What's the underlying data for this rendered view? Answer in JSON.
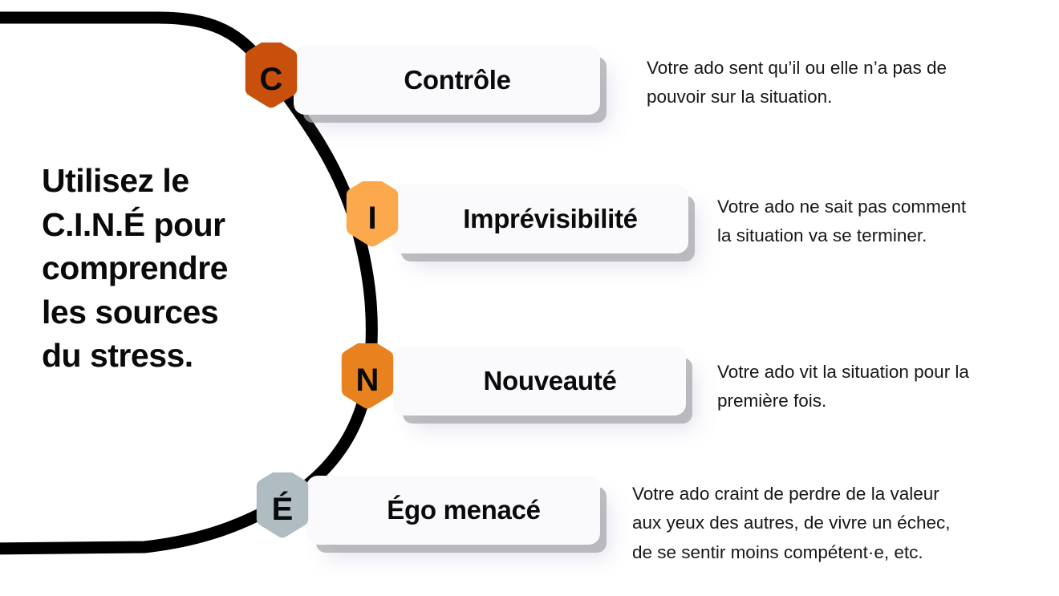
{
  "headline": {
    "text": "Utilisez le\nC.I.N.É pour\ncomprendre\nles sources\ndu stress."
  },
  "colors": {
    "background": "#ffffff",
    "curve": "#000000",
    "card_background": "#fafafc",
    "text": "#0a0a0a",
    "hex_controle": "#c8500c",
    "hex_imprevisibilite": "#fca94d",
    "hex_nouveaute": "#e8821e",
    "hex_ego": "#afbcc2"
  },
  "rows": [
    {
      "letter": "C",
      "letter_icon": "hexagon-badge-c-icon",
      "label": "Contrôle",
      "description": "Votre ado sent qu’il ou elle n’a pas de\npouvoir sur la situation.",
      "hex_color": "#c8500c"
    },
    {
      "letter": "I",
      "letter_icon": "hexagon-badge-i-icon",
      "label": "Imprévisibilité",
      "description": "Votre ado ne sait pas comment\nla situation va se terminer.",
      "hex_color": "#fca94d"
    },
    {
      "letter": "N",
      "letter_icon": "hexagon-badge-n-icon",
      "label": "Nouveauté",
      "description": "Votre ado vit la situation pour la\npremière fois.",
      "hex_color": "#e8821e"
    },
    {
      "letter": "É",
      "letter_icon": "hexagon-badge-e-icon",
      "label": "Égo menacé",
      "description": "Votre ado craint de perdre de la valeur\naux yeux des autres, de vivre un échec,\nde se sentir moins compétent·e, etc.",
      "hex_color": "#afbcc2"
    }
  ]
}
